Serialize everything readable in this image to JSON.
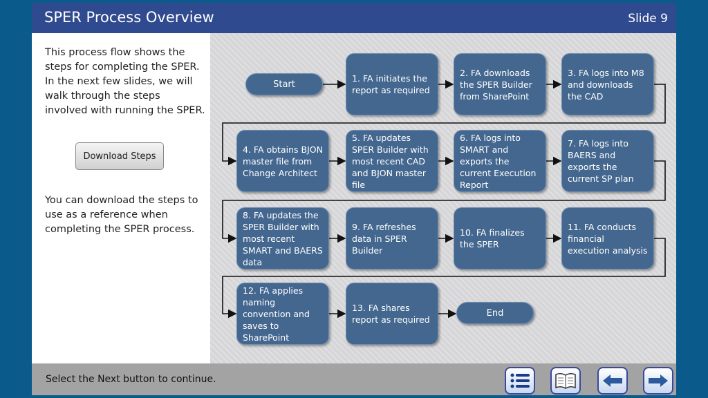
{
  "header": {
    "title": "SPER Process Overview",
    "slide": "Slide 9"
  },
  "left": {
    "intro": "This process flow shows the steps for completing the SPER. In the next few slides, we will walk through the steps involved with running the SPER.",
    "download_label": "Download Steps",
    "outro": "You can download the steps to use as a reference when completing the SPER process."
  },
  "flow": {
    "start": "Start",
    "end": "End",
    "steps": [
      "1. FA initiates the report as required",
      "2. FA downloads the SPER Builder from SharePoint",
      "3. FA logs into M8 and downloads the CAD",
      "4. FA obtains BJON master file from Change Architect",
      "5. FA updates SPER Builder with most recent CAD and BJON master file",
      "6. FA logs into SMART and exports the current Execution Report",
      "7. FA logs into BAERS and exports the current SP plan",
      "8. FA updates the SPER Builder with most recent SMART and BAERS data",
      "9. FA refreshes data in SPER Builder",
      "10. FA finalizes the SPER",
      "11. FA conducts financial execution analysis",
      "12. FA applies naming convention and saves to SharePoint",
      "13. FA shares report as required"
    ]
  },
  "footer": {
    "message": "Select the Next button to continue.",
    "buttons": [
      "menu-icon",
      "glossary-book-icon",
      "back-arrow-icon",
      "next-arrow-icon"
    ]
  },
  "colors": {
    "header": "#2f4a8e",
    "box": "#44678f",
    "background": "#0b5a8c"
  }
}
